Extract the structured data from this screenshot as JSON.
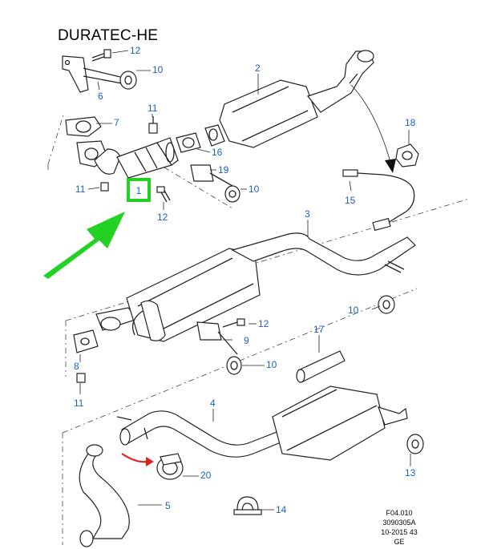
{
  "diagram": {
    "title": "DURATEC-HE",
    "callouts": {
      "c1": "1",
      "c2": "2",
      "c3": "3",
      "c4": "4",
      "c5": "5",
      "c6": "6",
      "c7": "7",
      "c8": "8",
      "c9": "9",
      "c10a": "10",
      "c10b": "10",
      "c10c": "10",
      "c10d": "10",
      "c11a": "11",
      "c11b": "11",
      "c11c": "11",
      "c12a": "12",
      "c12b": "12",
      "c12c": "12",
      "c13": "13",
      "c14": "14",
      "c15": "15",
      "c16": "16",
      "c17": "17",
      "c18": "18",
      "c19": "19",
      "c20": "20"
    },
    "reference": {
      "line1": "F04.010",
      "line2": "3090305A",
      "line3": "10-2015 43",
      "line4": "GE"
    },
    "colors": {
      "callout": "#1a5fcf",
      "highlight": "#22d122",
      "arrow": "#e02020",
      "line": "#222222"
    }
  }
}
